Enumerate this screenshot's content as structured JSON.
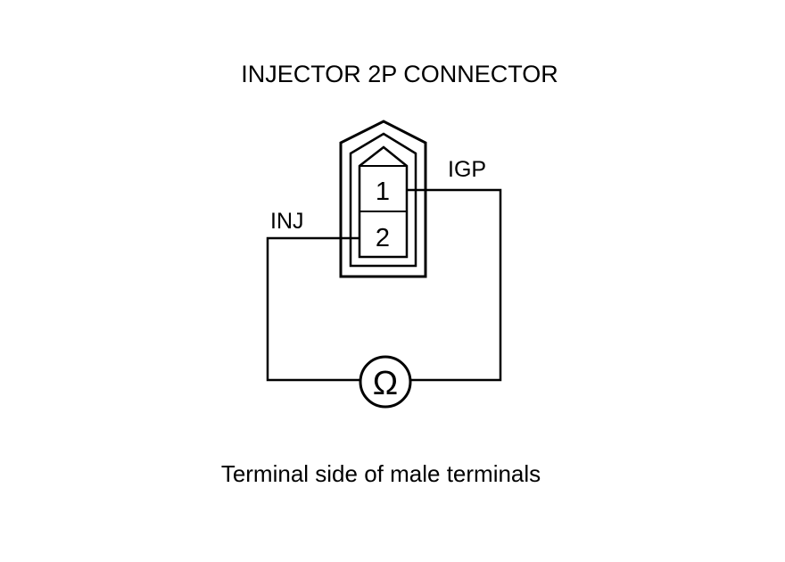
{
  "title": "INJECTOR 2P CONNECTOR",
  "connector": {
    "pin1_label": "1",
    "pin2_label": "2"
  },
  "wires": {
    "pin1_wire_label": "IGP",
    "pin2_wire_label": "INJ"
  },
  "meter": {
    "symbol": "Ω",
    "icon": "ohmmeter-icon"
  },
  "caption": "Terminal side of male terminals",
  "colors": {
    "line": "#000000",
    "background": "#ffffff"
  }
}
